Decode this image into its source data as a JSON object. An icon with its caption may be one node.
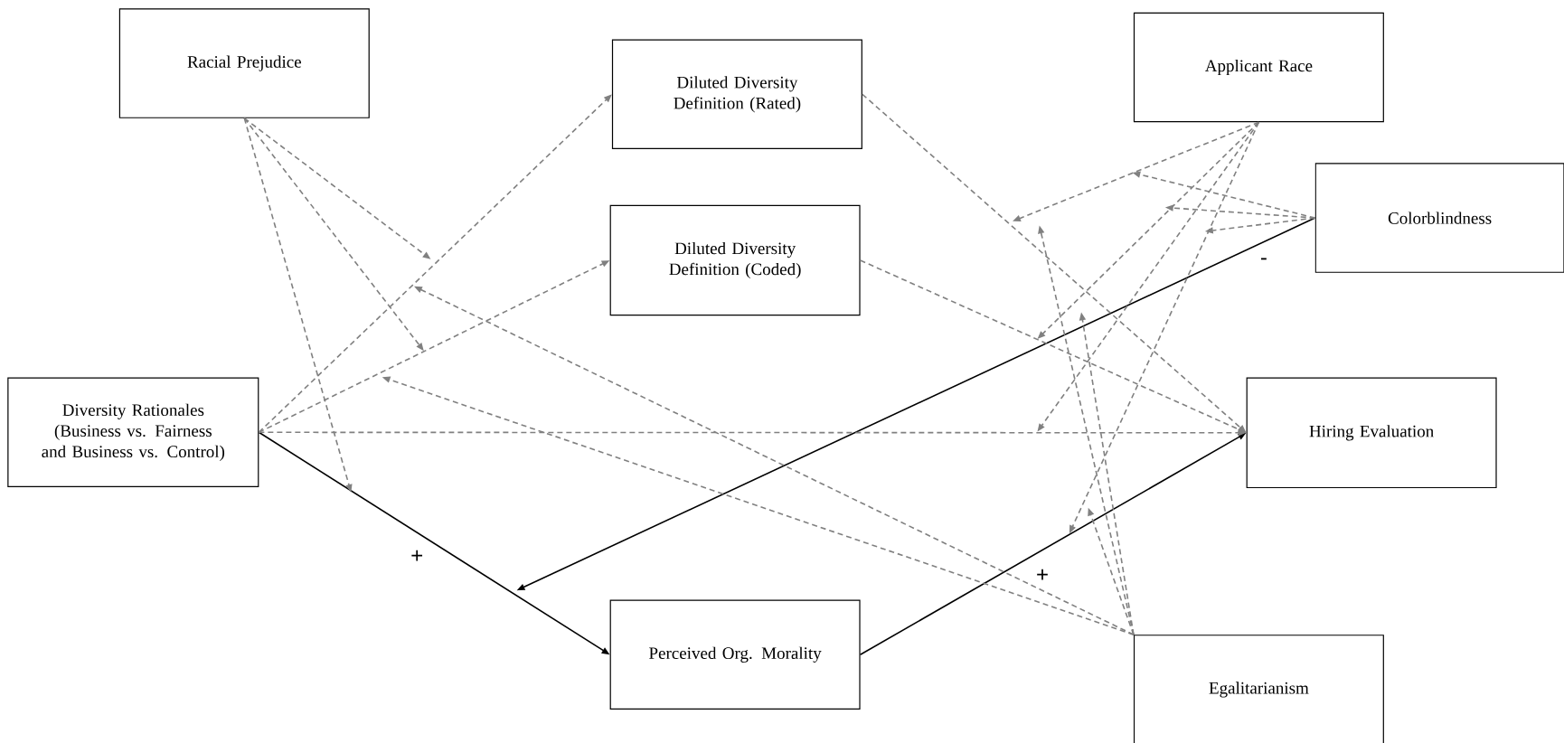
{
  "diagram": {
    "nodes": [
      {
        "text": [
          "Racial Prejudice"
        ]
      },
      {
        "text": [
          "Diluted Diversity Definition (Rated)"
        ]
      },
      {
        "text": [
          "Applicant Race"
        ]
      },
      {
        "text": [
          "Colorblindness"
        ]
      },
      {
        "text": [
          "Diluted Diversity Definition (Coded)"
        ]
      },
      {
        "text": [
          "Diversity Rationales (Business vs. Fairness and Business vs. Control)"
        ]
      },
      {
        "text": [
          "Hiring Evaluation"
        ]
      },
      {
        "text": [
          "Perceived Org. Morality"
        ]
      },
      {
        "text": [
          "Egalitarianism"
        ]
      }
    ],
    "edges": [
      {
        "from": 5,
        "to": 7,
        "arrow": "to",
        "label": "+",
        "color": "#000000"
      },
      {
        "from": 7,
        "to": 6,
        "arrow": "to",
        "label": "+",
        "color": "#000000"
      },
      {
        "from": 3,
        "to": null,
        "arrow": "to",
        "label": "-",
        "color": "#000000"
      },
      {
        "from": 5,
        "to": 1,
        "arrow": "to",
        "style": "dashed",
        "color": "#808080"
      },
      {
        "from": 5,
        "to": 4,
        "arrow": "to",
        "style": "dashed",
        "color": "#808080"
      },
      {
        "from": 5,
        "to": 6,
        "arrow": "to",
        "style": "dashed",
        "color": "#808080"
      },
      {
        "from": 1,
        "to": 6,
        "arrow": "to",
        "style": "dashed",
        "color": "#808080"
      },
      {
        "from": 4,
        "to": 6,
        "arrow": "to",
        "style": "dashed",
        "color": "#808080"
      },
      {
        "from": 0,
        "to": null,
        "arrow": "to",
        "style": "dashed",
        "color": "#808080"
      },
      {
        "from": 0,
        "to": null,
        "arrow": "to",
        "style": "dashed",
        "color": "#808080"
      },
      {
        "from": 0,
        "to": null,
        "arrow": "to",
        "style": "dashed",
        "color": "#808080"
      },
      {
        "from": 2,
        "to": null,
        "arrow": "to",
        "style": "dashed",
        "color": "#808080"
      },
      {
        "from": 2,
        "to": null,
        "arrow": "to",
        "style": "dashed",
        "color": "#808080"
      },
      {
        "from": 2,
        "to": null,
        "arrow": "to",
        "style": "dashed",
        "color": "#808080"
      },
      {
        "from": 2,
        "to": null,
        "arrow": "to",
        "style": "dashed",
        "color": "#808080"
      },
      {
        "from": 3,
        "to": null,
        "arrow": "to",
        "style": "dashed",
        "color": "#808080"
      },
      {
        "from": 3,
        "to": null,
        "arrow": "to",
        "style": "dashed",
        "color": "#808080"
      },
      {
        "from": 3,
        "to": null,
        "arrow": "to",
        "style": "dashed",
        "color": "#808080"
      },
      {
        "from": 8,
        "to": null,
        "arrow": "to",
        "style": "dashed",
        "color": "#808080"
      },
      {
        "from": 8,
        "to": null,
        "arrow": "to",
        "style": "dashed",
        "color": "#808080"
      },
      {
        "from": 8,
        "to": null,
        "arrow": "to",
        "style": "dashed",
        "color": "#808080"
      },
      {
        "from": 8,
        "to": null,
        "arrow": "to",
        "style": "dashed",
        "color": "#808080"
      },
      {
        "from": 8,
        "to": null,
        "arrow": "to",
        "style": "dashed",
        "color": "#808080"
      }
    ]
  }
}
